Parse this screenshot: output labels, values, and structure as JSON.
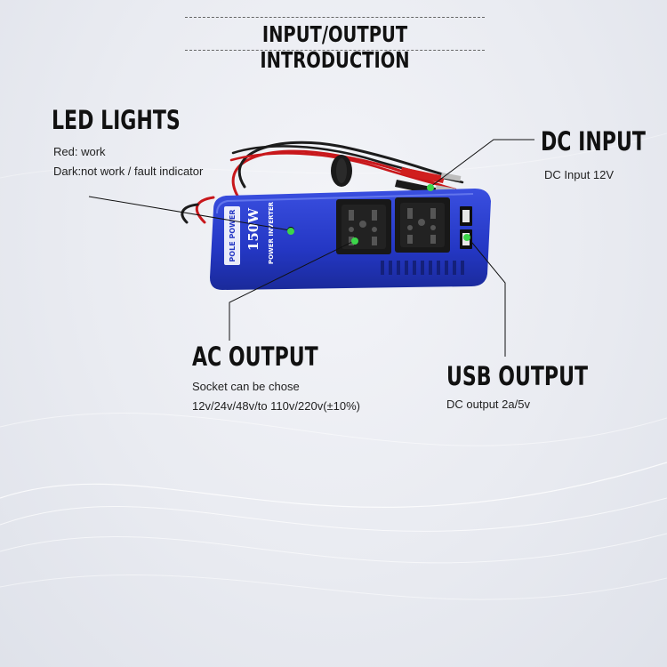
{
  "title": "INPUT/OUTPUT INTRODUCTION",
  "callouts": {
    "led": {
      "heading": "LED LIGHTS",
      "lines": [
        "Red: work",
        "Dark:not work / fault indicator"
      ]
    },
    "dc": {
      "heading": "DC INPUT",
      "lines": [
        "DC Input 12V"
      ]
    },
    "ac": {
      "heading": "AC OUTPUT",
      "lines": [
        "Socket can be chose",
        "12v/24v/48v/to 110v/220v(±10%)"
      ]
    },
    "usb": {
      "heading": "USB OUTPUT",
      "lines": [
        "DC output 2a/5v"
      ]
    }
  },
  "device": {
    "power_label": "150W",
    "model_text": "POWER INVERTER",
    "badge_text": "POLE POWER"
  },
  "colors": {
    "body_blue": "#2437c4",
    "socket_black": "#1a1a1a",
    "pointer_green": "#3cd54a",
    "cable_red": "#d11a1a"
  }
}
